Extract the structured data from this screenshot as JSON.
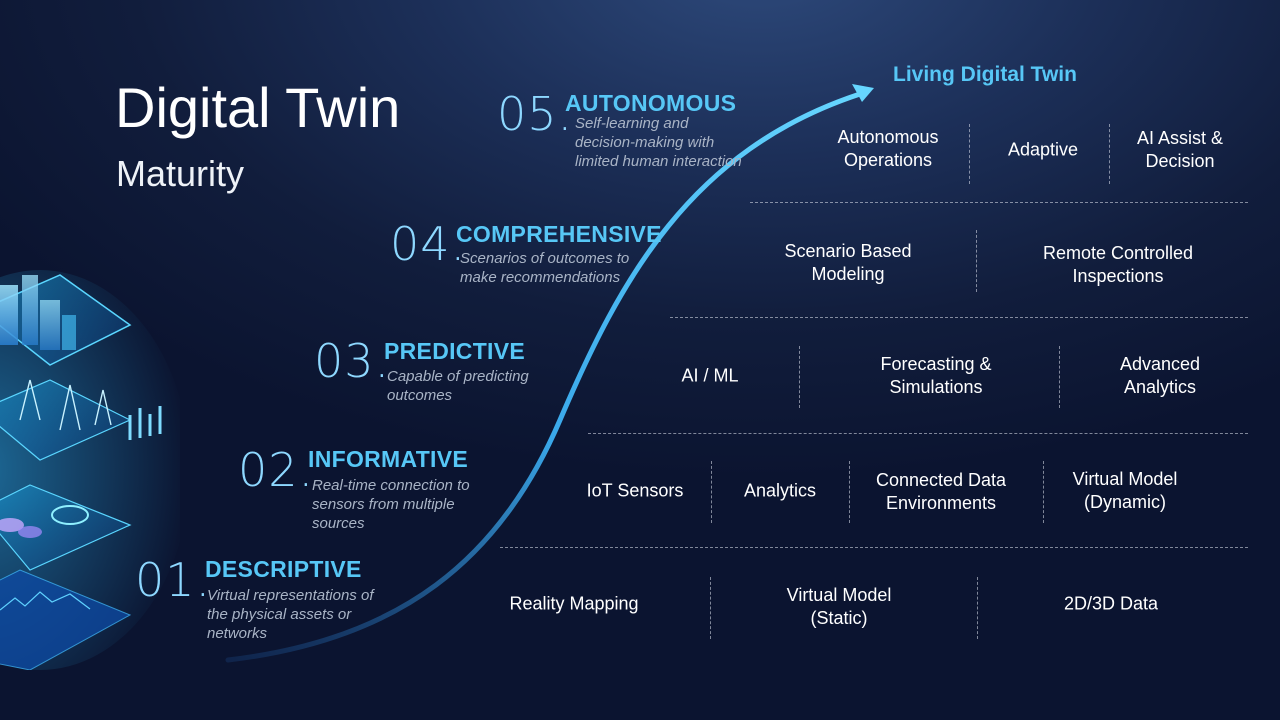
{
  "slide": {
    "title": "Digital Twin",
    "subtitle": "Maturity",
    "destination_label": "Living Digital Twin"
  },
  "stages": [
    {
      "number": "05.",
      "name": "AUTONOMOUS",
      "description": "Self-learning and decision-making with limited human interaction"
    },
    {
      "number": "04.",
      "name": "COMPREHENSIVE",
      "description": "Scenarios of outcomes to make recommendations"
    },
    {
      "number": "03.",
      "name": "PREDICTIVE",
      "description": "Capable of predicting outcomes"
    },
    {
      "number": "02.",
      "name": "INFORMATIVE",
      "description": "Real-time connection to sensors from multiple sources"
    },
    {
      "number": "01.",
      "name": "DESCRIPTIVE",
      "description": "Virtual representations of the physical assets or networks"
    }
  ],
  "capability_rows": [
    {
      "level": "05",
      "items": [
        "Autonomous\nOperations",
        "Adaptive",
        "AI Assist &\nDecision"
      ]
    },
    {
      "level": "04",
      "items": [
        "Scenario Based\nModeling",
        "Remote Controlled\nInspections"
      ]
    },
    {
      "level": "03",
      "items": [
        "AI / ML",
        "Forecasting &\nSimulations",
        "Advanced\nAnalytics"
      ]
    },
    {
      "level": "02",
      "items": [
        "IoT Sensors",
        "Analytics",
        "Connected Data\nEnvironments",
        "Virtual Model\n(Dynamic)"
      ]
    },
    {
      "level": "01",
      "items": [
        "Reality Mapping",
        "Virtual Model\n(Static)",
        "2D/3D Data"
      ]
    }
  ],
  "colors": {
    "accent": "#57c7f6",
    "number": "#8ed8ff",
    "description": "#a9b4c6",
    "background": "#111d3c"
  },
  "illustration": "isometric-smart-city-icon"
}
